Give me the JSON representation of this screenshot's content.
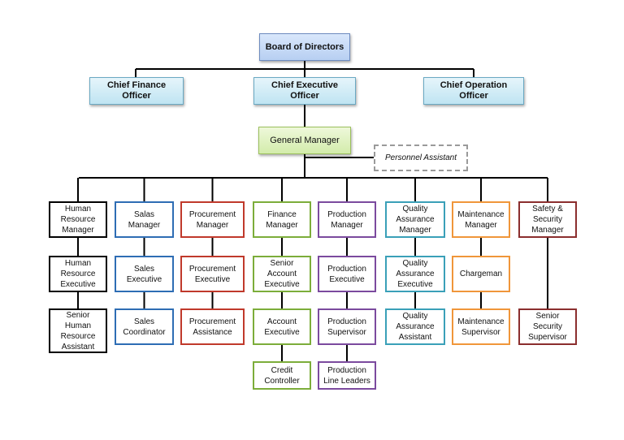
{
  "top": {
    "board": "Board of Directors",
    "cfo": "Chief Finance Officer",
    "ceo": "Chief Executive Officer",
    "coo": "Chief Operation Officer",
    "gm": "General Manager",
    "pa": "Personnel Assistant"
  },
  "departments": [
    {
      "color": "#000000",
      "boxes": [
        "Human\nResource\nManager",
        "Human\nResource\nExecutive",
        "Senior\nHuman\nResource\nAssistant"
      ]
    },
    {
      "color": "#2e6db4",
      "boxes": [
        "Salas\nManager",
        "Sales\nExecutive",
        "Sales\nCoordinator"
      ]
    },
    {
      "color": "#c0392b",
      "boxes": [
        "Procurement\nManager",
        "Procurement\nExecutive",
        "Procurement\nAssistance"
      ]
    },
    {
      "color": "#7cad3a",
      "boxes": [
        "Finance\nManager",
        "Senior\nAccount\nExecutive",
        "Account\nExecutive",
        "Credit\nController"
      ]
    },
    {
      "color": "#7b4a9e",
      "boxes": [
        "Production\nManager",
        "Production\nExecutive",
        "Production\nSupervisor",
        "Production\nLine Leaders"
      ]
    },
    {
      "color": "#3aa0b8",
      "boxes": [
        "Quality\nAssurance\nManager",
        "Quality\nAssurance\nExecutive",
        "Quality\nAssurance\nAssistant"
      ]
    },
    {
      "color": "#f0963a",
      "boxes": [
        "Maintenance\nManager",
        "Chargeman",
        "Maintenance\nSupervisor"
      ]
    },
    {
      "color": "#8b2e2e",
      "boxes": [
        "Safety &\nSecurity\nManager",
        "Senior\nSecurity\nSupervisor"
      ]
    }
  ],
  "colors": {
    "line": "#000000",
    "dashed": "#9a9a9a"
  }
}
